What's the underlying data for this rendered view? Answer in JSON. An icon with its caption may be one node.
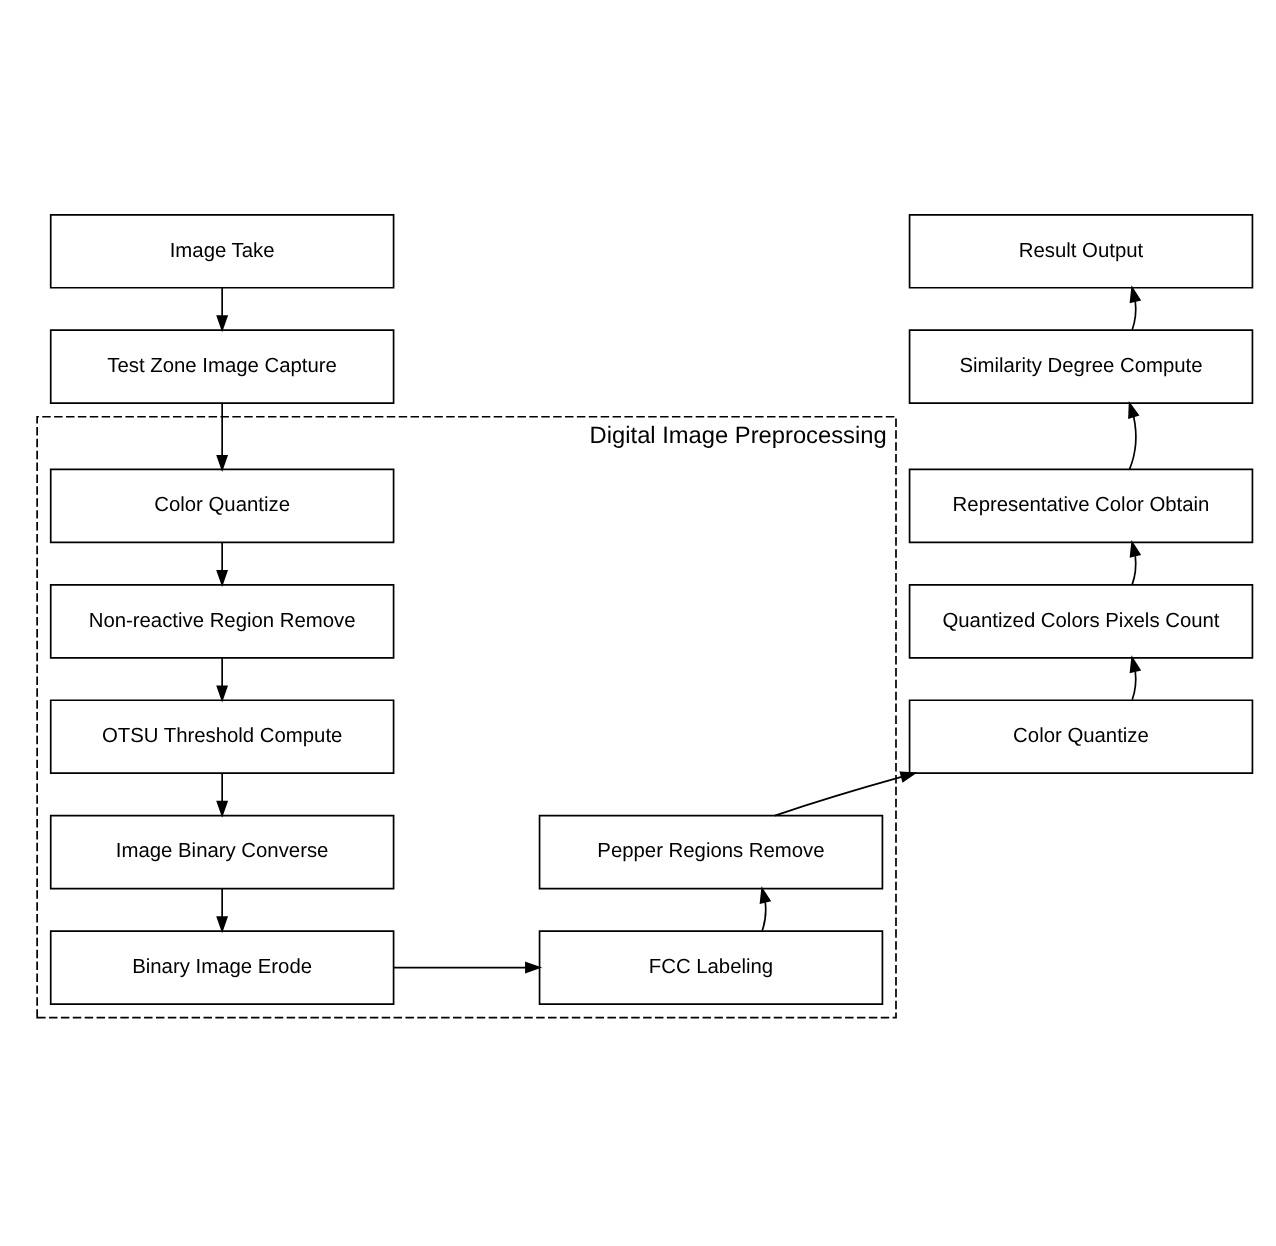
{
  "diagram": {
    "nodes": [
      {
        "text": [
          "Image Take"
        ]
      },
      {
        "text": [
          "Test Zone Image Capture"
        ]
      },
      {
        "text": [
          "Digital Image Preprocessing"
        ]
      },
      {
        "text": [
          "Color Quantize"
        ],
        "in": 2
      },
      {
        "text": [
          "Non-reactive Region Remove"
        ],
        "in": 2
      },
      {
        "text": [
          "OTSU Threshold Compute"
        ],
        "in": 2
      },
      {
        "text": [
          "Image Binary Converse"
        ],
        "in": 2
      },
      {
        "text": [
          "Binary Image Erode"
        ],
        "in": 2
      },
      {
        "text": [
          "FCC Labeling"
        ],
        "in": 2
      },
      {
        "text": [
          "Pepper Regions Remove"
        ],
        "in": 2
      },
      {
        "text": [
          "Color Quantize"
        ]
      },
      {
        "text": [
          "Quantized Colors Pixels Count"
        ]
      },
      {
        "text": [
          "Representative Color Obtain"
        ]
      },
      {
        "text": [
          "Similarity Degree Compute"
        ]
      },
      {
        "text": [
          "Result Output"
        ]
      }
    ],
    "edges": [
      {
        "from": 0,
        "to": 1,
        "arrow": "to"
      },
      {
        "from": 1,
        "to": 3,
        "arrow": "to"
      },
      {
        "from": 3,
        "to": 4,
        "arrow": "to"
      },
      {
        "from": 4,
        "to": 5,
        "arrow": "to"
      },
      {
        "from": 5,
        "to": 6,
        "arrow": "to"
      },
      {
        "from": 6,
        "to": 7,
        "arrow": "to"
      },
      {
        "from": 7,
        "to": 8,
        "arrow": "to"
      },
      {
        "from": 8,
        "to": 9,
        "arrow": "to"
      },
      {
        "from": 9,
        "to": 10,
        "arrow": "to"
      },
      {
        "from": 10,
        "to": 11,
        "arrow": "to"
      },
      {
        "from": 11,
        "to": 12,
        "arrow": "to"
      },
      {
        "from": 12,
        "to": 13,
        "arrow": "to"
      },
      {
        "from": 13,
        "to": 14,
        "arrow": "to"
      }
    ]
  }
}
